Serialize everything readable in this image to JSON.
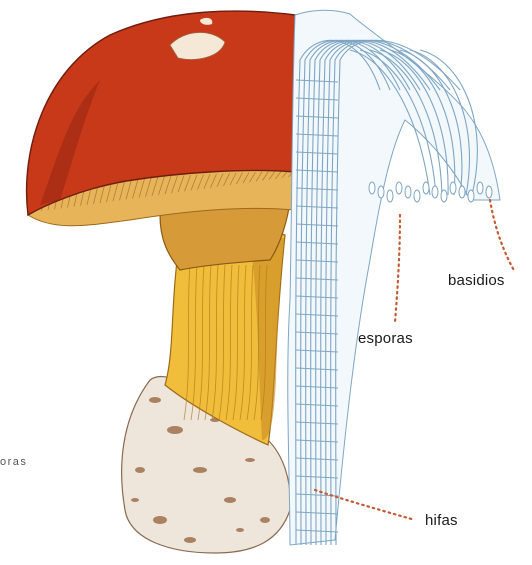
{
  "labels": {
    "basidios": "basidios",
    "esporas": "esporas",
    "hifas": "hifas",
    "cropped_left": "oras"
  },
  "colors": {
    "cap": "#c8391a",
    "cap_shadow": "#8e2410",
    "gills": "#e7b45a",
    "stem": "#f1be3c",
    "stem_shadow": "#c98a22",
    "volva": "#eee6da",
    "volva_spots": "#9a6a45",
    "hyphae": "#7ea6c4",
    "hyphae_fill": "#f3f8fc",
    "leader_dots": "#c65a33"
  },
  "icons": [
    "mushroom-illustration",
    "hyphae-structure"
  ]
}
